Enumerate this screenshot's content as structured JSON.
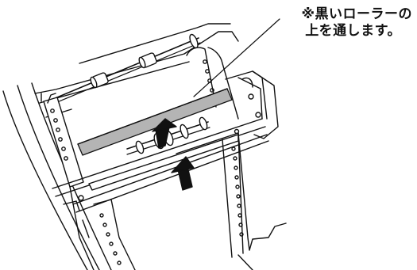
{
  "annotation": {
    "line1": "※黒いローラーの",
    "line2": "上を通します。"
  },
  "colors": {
    "ink": "#111111",
    "roller_band": "#b4b4b4",
    "background": "#ffffff"
  },
  "icons": {
    "feed_arrow_upper": "up-right-arrow",
    "feed_arrow_lower": "up-right-arrow"
  }
}
